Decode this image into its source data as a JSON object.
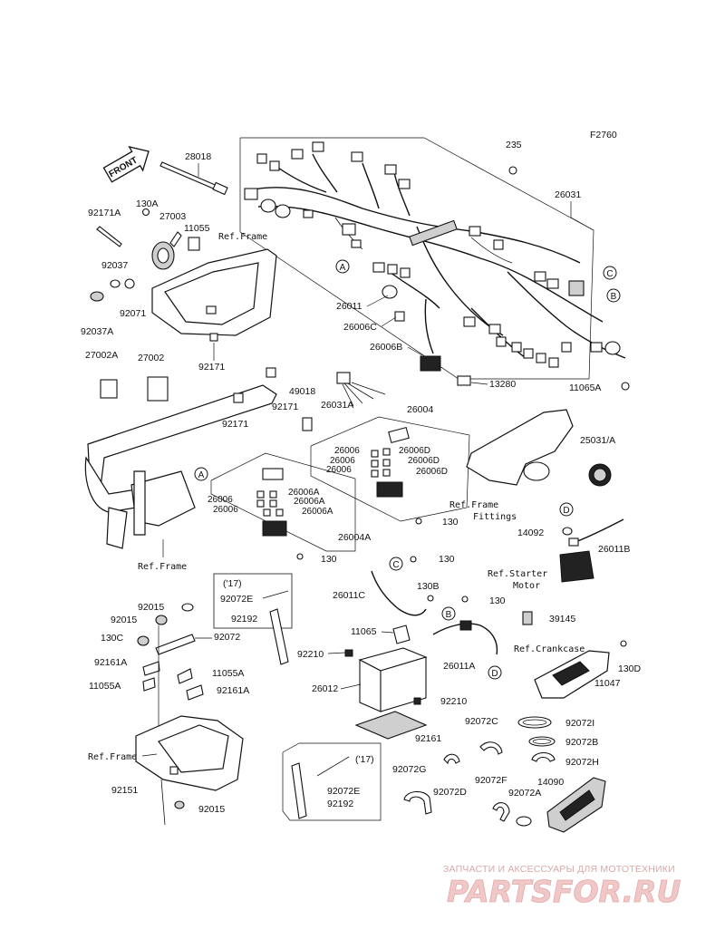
{
  "figure_code": "F2760",
  "front_label": "FRONT",
  "parts": {
    "p235": "235",
    "p26031": "26031",
    "p28018": "28018",
    "p92171A": "92171A",
    "p130A": "130A",
    "p27003": "27003",
    "p11055": "11055",
    "p92037": "92037",
    "p92071": "92071",
    "p92037A": "92037A",
    "p92171_top": "92171",
    "p26011": "26011",
    "p26006C": "26006C",
    "p26006B": "26006B",
    "p13280": "13280",
    "p11065A": "11065A",
    "p27002A": "27002A",
    "p27002": "27002",
    "p49018": "49018",
    "p92171_mid": "92171",
    "p92171_low": "92171",
    "p26031A": "26031A",
    "p26004": "26004",
    "p26006_r1": "26006",
    "p26006D_r1": "26006D",
    "p26006_r2": "26006",
    "p26006D_r2": "26006D",
    "p26006_r3": "26006",
    "p26006D_r3": "26006D",
    "p25031A": "25031/A",
    "p26006_l1": "26006",
    "p26006A_l1": "26006A",
    "p26006_l2": "26006",
    "p26006A_l2": "26006A",
    "p26006_l3": "26006",
    "p26006A_l3": "26006A",
    "p130_r": "130",
    "p26004A": "26004A",
    "p130_mid": "130",
    "p14092": "14092",
    "p26011B": "26011B",
    "p130_c": "130",
    "p26011C": "26011C",
    "p130B": "130B",
    "p130_d": "130",
    "p11065": "11065",
    "p39145": "39145",
    "p26011A": "26011A",
    "p130D": "130D",
    "p11047": "11047",
    "p92015_a": "92015",
    "p92015_b": "92015",
    "p92072": "92072",
    "p130C": "130C",
    "p92161A_a": "92161A",
    "p11055A_a": "11055A",
    "p11055A_b": "11055A",
    "p92161A_b": "92161A",
    "p92072E_top": "92072E",
    "p92192_top": "92192",
    "p92210_a": "92210",
    "p26012": "26012",
    "p92210_b": "92210",
    "p92161": "92161",
    "p92072C": "92072C",
    "p92072I": "92072I",
    "p92072B": "92072B",
    "p92072H": "92072H",
    "p92072G": "92072G",
    "p92072D": "92072D",
    "p92072F": "92072F",
    "p92072A": "92072A",
    "p14090": "14090",
    "p92072E_bot": "92072E",
    "p92192_bot": "92192",
    "p92151": "92151",
    "p92015_c": "92015"
  },
  "year_notes": {
    "top": "('17)",
    "bottom": "('17)"
  },
  "ref_labels": {
    "frame_top": "Ref.Frame",
    "frame_left": "Ref.Frame",
    "frame_fittings_1": "Ref.Frame",
    "frame_fittings_2": "Fittings",
    "starter_1": "Ref.Starter",
    "starter_2": "Motor",
    "crankcase": "Ref.Crankcase",
    "frame_bottom": "Ref.Frame"
  },
  "callouts": {
    "A1": "A",
    "A2": "A",
    "B1": "B",
    "B2": "B",
    "C1": "C",
    "C2": "C",
    "D1": "D",
    "D2": "D"
  },
  "watermark": {
    "tagline": "ЗАПЧАСТИ И АКСЕССУАРЫ ДЛЯ МОТОТЕХНИКИ",
    "brand": "PARTSFOR.RU"
  }
}
